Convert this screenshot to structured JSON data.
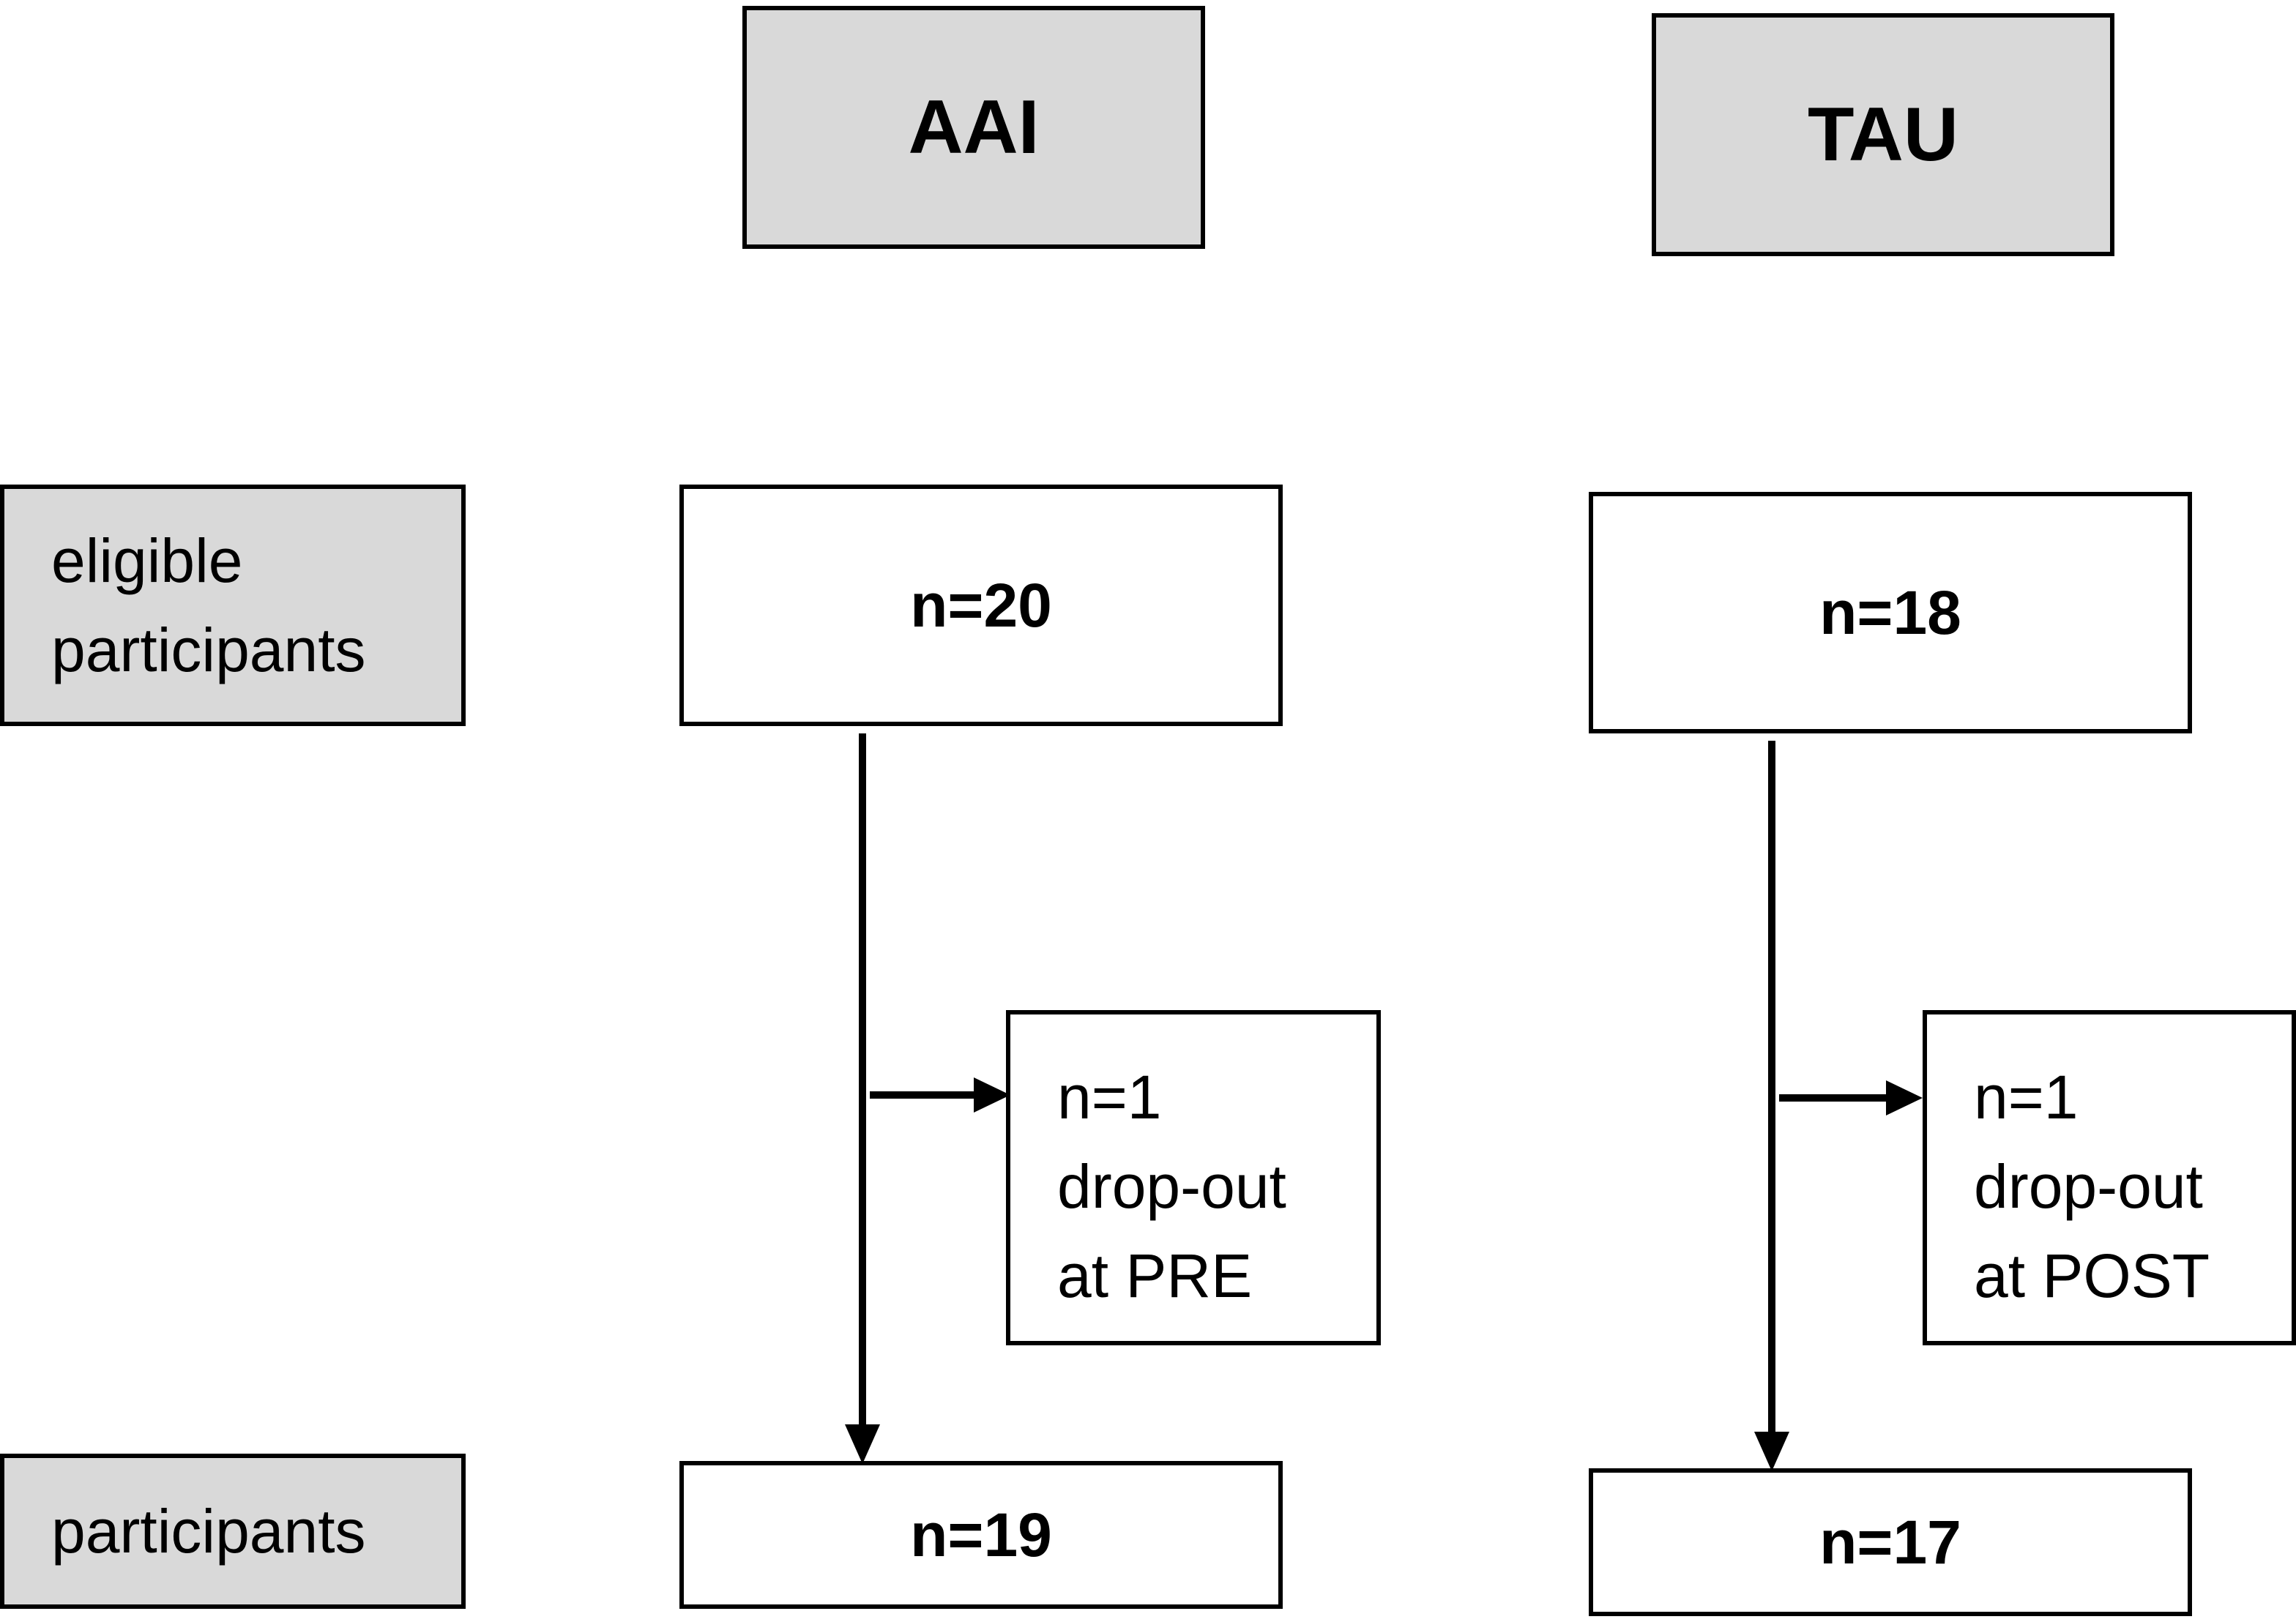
{
  "groups": {
    "aai": {
      "label": "AAI",
      "eligible": "n=20",
      "dropout": [
        "n=1",
        "drop-out",
        "at PRE"
      ],
      "final": "n=19"
    },
    "tau": {
      "label": "TAU",
      "eligible": "n=18",
      "dropout": [
        "n=1",
        "drop-out",
        "at POST"
      ],
      "final": "n=17"
    }
  },
  "row_labels": {
    "eligible": [
      "eligible",
      "participants"
    ],
    "participants": "participants"
  },
  "colors": {
    "header_fill": "#d9d9d9",
    "box_fill": "#ffffff",
    "stroke": "#000000"
  }
}
